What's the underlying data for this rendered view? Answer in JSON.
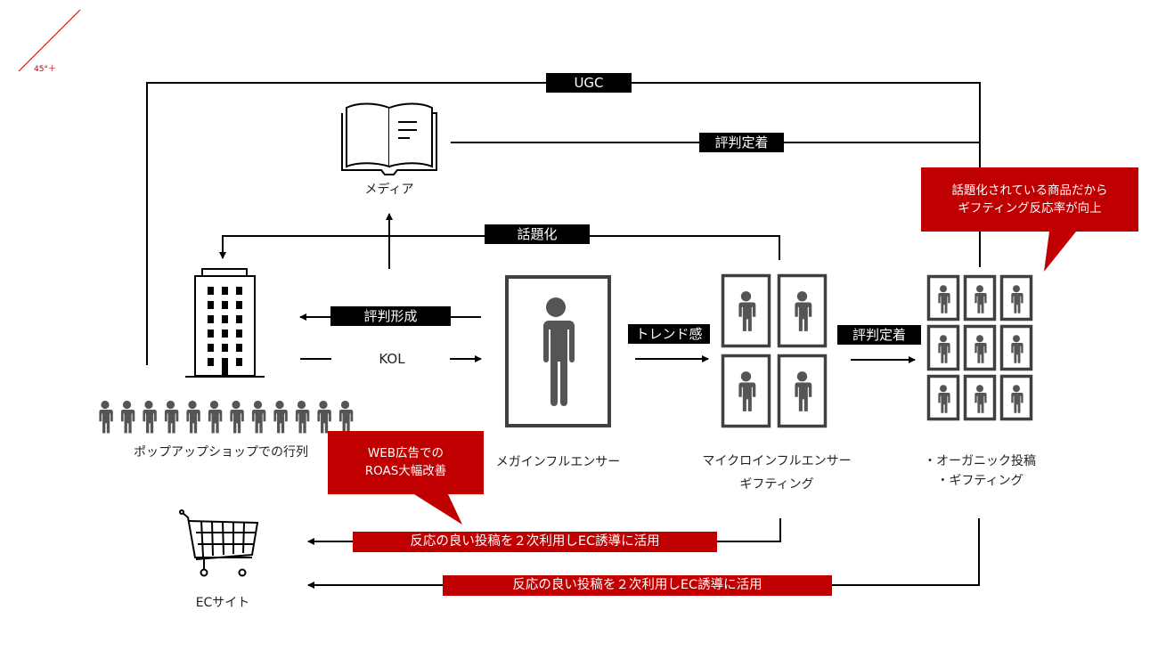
{
  "corner_mark": "45°＋",
  "colors": {
    "accent_red": "#c00000",
    "line": "#000000",
    "icon_gray": "#555555",
    "frame_gray": "#404040"
  },
  "tags": {
    "ugc": "UGC",
    "review_established_top": "評判定着",
    "buzz": "話題化",
    "review_formation": "評判形成",
    "kol": "KOL",
    "trend": "トレンド感",
    "review_established_mid": "評判定着"
  },
  "nodes": {
    "media": {
      "label": "メディア",
      "icon": "open-book-icon"
    },
    "company": {
      "icon": "office-building-icon"
    },
    "queue": {
      "label": "ポップアップショップでの行列",
      "icon": "people-queue-icon",
      "people_count": 12
    },
    "mega_influencer": {
      "label": "メガインフルエンサー",
      "icon": "person-frame-icon"
    },
    "micro_influencer": {
      "label_line1": "マイクロインフルエンサー",
      "label_line2": "ギフティング",
      "icon": "person-frame-grid-icon",
      "count": 4
    },
    "organic": {
      "label_line1": "・オーガニック投稿",
      "label_line2": "・ギフティング",
      "icon": "person-frame-grid-icon",
      "count": 9
    },
    "ec_site": {
      "label": "ECサイト",
      "icon": "shopping-cart-icon"
    }
  },
  "callouts": {
    "gifting_response": {
      "line1": "話題化されている商品だから",
      "line2": "ギフティング反応率が向上"
    },
    "web_ads": {
      "line1": "WEB広告での",
      "line2": "ROAS大幅改善"
    }
  },
  "red_bars": {
    "secondary_use_1": "反応の良い投稿を２次利用しEC誘導に活用",
    "secondary_use_2": "反応の良い投稿を２次利用しEC誘導に活用"
  }
}
